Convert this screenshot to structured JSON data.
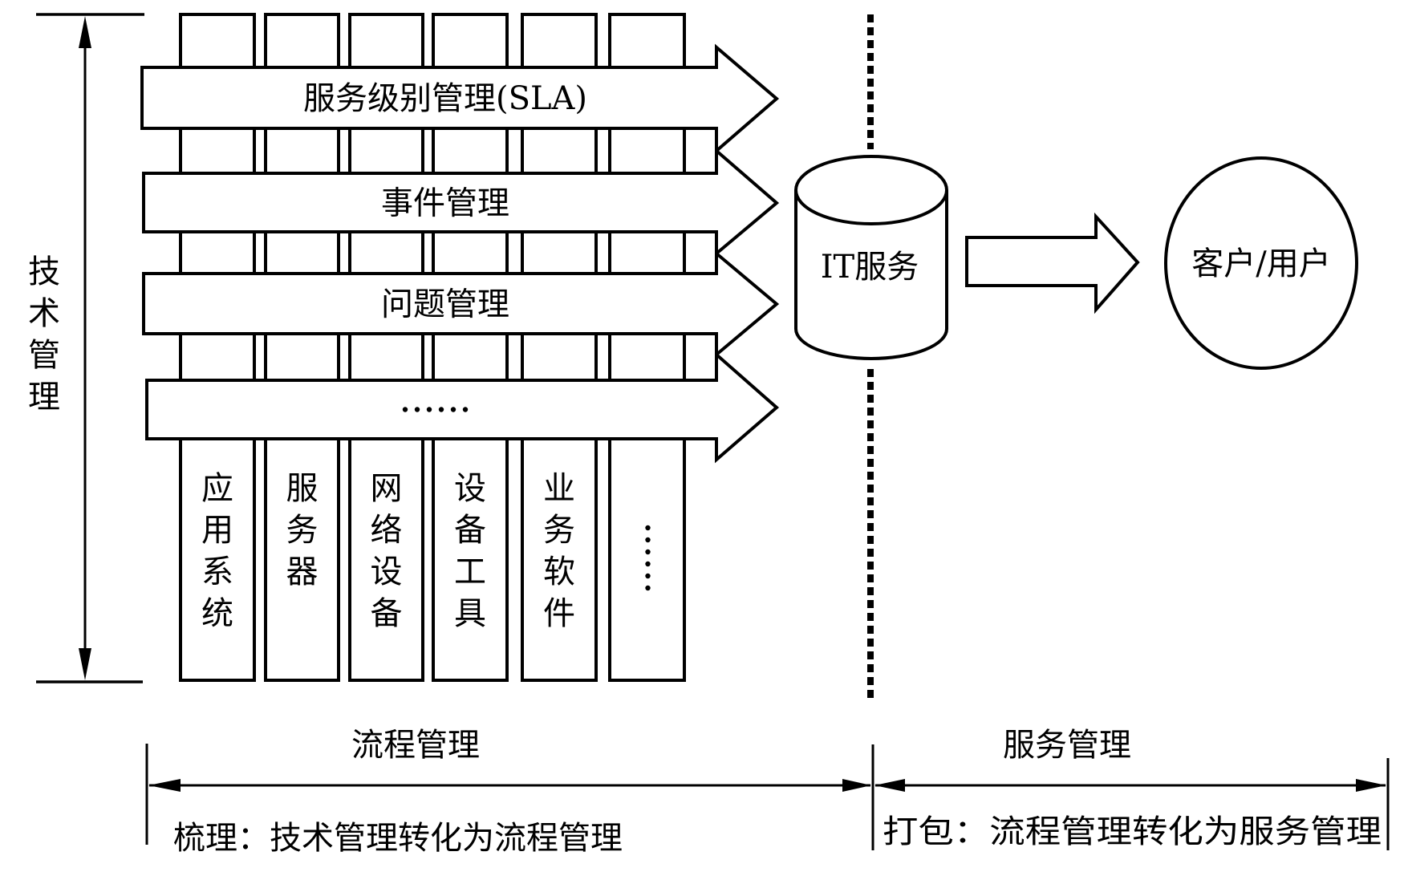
{
  "diagram": {
    "left_axis_label": "技术管理",
    "columns": [
      {
        "label": "应用系统"
      },
      {
        "label": "服务器"
      },
      {
        "label": "网络设备"
      },
      {
        "label": "设备工具"
      },
      {
        "label": "业务软件"
      },
      {
        "label": "……",
        "vertical_ellipsis": true
      }
    ],
    "process_arrows": [
      {
        "label": "服务级别管理(SLA)"
      },
      {
        "label": "事件管理"
      },
      {
        "label": "问题管理"
      },
      {
        "label": "……"
      }
    ],
    "it_service": {
      "label": "IT服务"
    },
    "customer": {
      "label": "客户/用户"
    },
    "sections": [
      {
        "title": "流程管理",
        "caption": "梳理：技术管理转化为流程管理"
      },
      {
        "title": "服务管理",
        "caption": "打包：流程管理转化为服务管理"
      }
    ],
    "colors": {
      "ink": "#000000",
      "background": "#ffffff"
    }
  }
}
